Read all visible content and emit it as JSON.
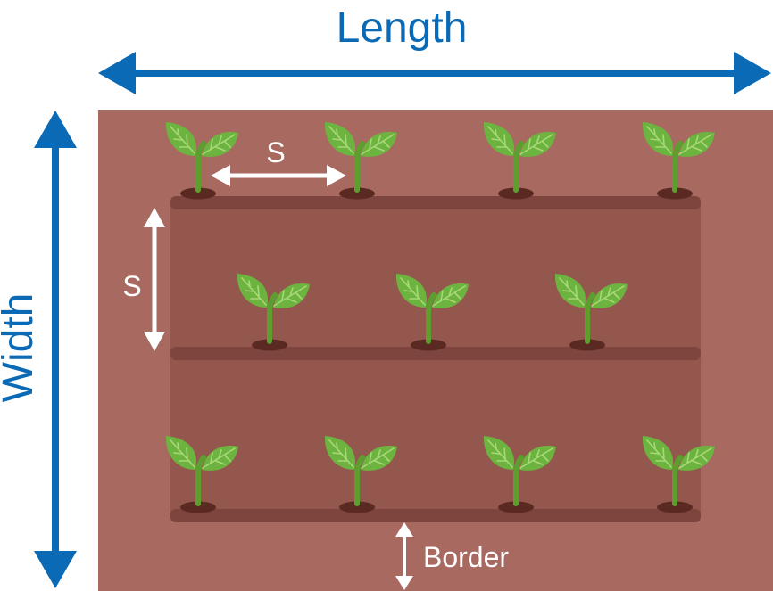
{
  "labels": {
    "length": "Length",
    "width": "Width",
    "spacing_horizontal": "S",
    "spacing_vertical": "S",
    "border": "Border"
  },
  "colors": {
    "dimension_blue": "#0a6ab5",
    "bed_outer": "#a86a60",
    "bed_inner": "#94574d",
    "furrow": "#7d453d",
    "soil_mound": "#5a2a22",
    "leaf": "#6db33f",
    "leaf_vein": "#a8d878",
    "stem": "#5d9e2f",
    "annotation_white": "#ffffff"
  },
  "layout_description": {
    "rows": 3,
    "plants_per_row": [
      4,
      3,
      4
    ]
  }
}
